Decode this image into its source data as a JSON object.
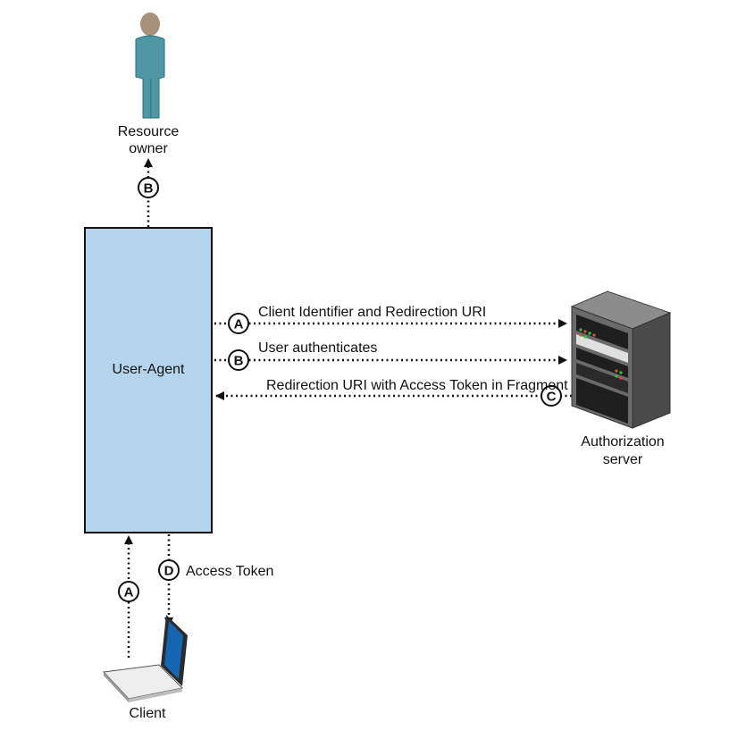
{
  "actors": {
    "resource_owner": {
      "line1": "Resource",
      "line2": "owner"
    },
    "user_agent": {
      "label": "User-Agent"
    },
    "authorization_server": {
      "line1": "Authorization",
      "line2": "server"
    },
    "client": {
      "label": "Client"
    }
  },
  "steps": {
    "a_client_to_agent": {
      "letter": "A"
    },
    "a_agent_to_server": {
      "letter": "A",
      "label": "Client Identifier and Redirection URI"
    },
    "b_user_authenticates": {
      "letter": "B",
      "label": "User authenticates"
    },
    "b_agent_to_owner": {
      "letter": "B"
    },
    "c_server_to_agent": {
      "letter": "C",
      "label": "Redirection URI with Access Token in Fragment"
    },
    "d_agent_to_client": {
      "letter": "D",
      "label": "Access Token"
    }
  },
  "colors": {
    "user_agent_fill": "#b4d5ec",
    "person_body": "#4f97a5",
    "person_skin": "#a7917a",
    "laptop_screen": "#1466b2",
    "server_body": "#6a6a6a"
  }
}
